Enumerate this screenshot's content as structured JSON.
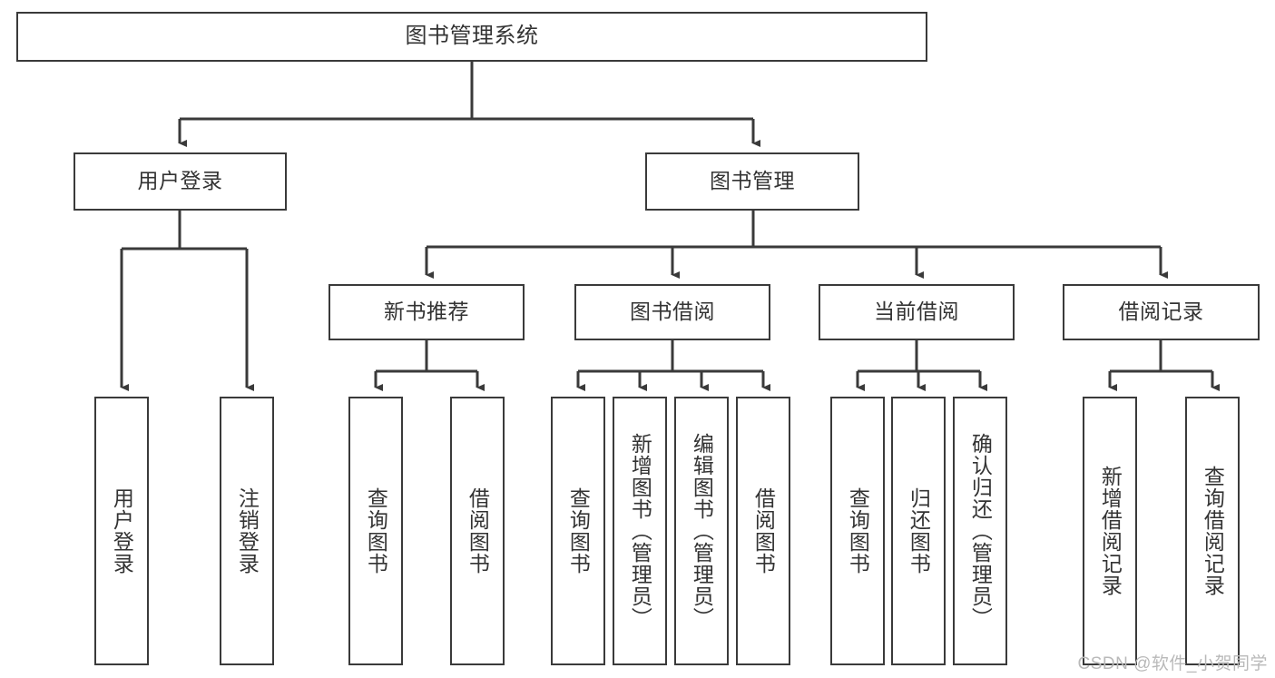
{
  "diagram": {
    "title": "图书管理系统",
    "type": "tree-hierarchy-diagram",
    "colors": {
      "box_border": "#3a3a3a",
      "box_fill": "#ffffff",
      "edge": "#3a3a3a",
      "text": "#333333",
      "watermark": "#b9b9b9",
      "background": "#ffffff"
    },
    "root": {
      "label": "图书管理系统"
    },
    "level2": [
      {
        "label": "用户登录"
      },
      {
        "label": "图书管理"
      }
    ],
    "level3": [
      {
        "label": "新书推荐"
      },
      {
        "label": "图书借阅"
      },
      {
        "label": "当前借阅"
      },
      {
        "label": "借阅记录"
      }
    ],
    "leaves": {
      "user_login": [
        {
          "label": "用户登录"
        },
        {
          "label": "注销登录"
        }
      ],
      "new_book_recommend": [
        {
          "label": "查询图书"
        },
        {
          "label": "借阅图书"
        }
      ],
      "book_borrow": [
        {
          "label": "查询图书"
        },
        {
          "label": "新增图书（管理员）"
        },
        {
          "label": "编辑图书（管理员）"
        },
        {
          "label": "借阅图书"
        }
      ],
      "current_borrow": [
        {
          "label": "查询图书"
        },
        {
          "label": "归还图书"
        },
        {
          "label": "确认归还（管理员）"
        }
      ],
      "borrow_record": [
        {
          "label": "新增借阅记录"
        },
        {
          "label": "查询借阅记录"
        }
      ]
    }
  },
  "watermark": {
    "text": "CSDN @软件_小贺同学"
  }
}
